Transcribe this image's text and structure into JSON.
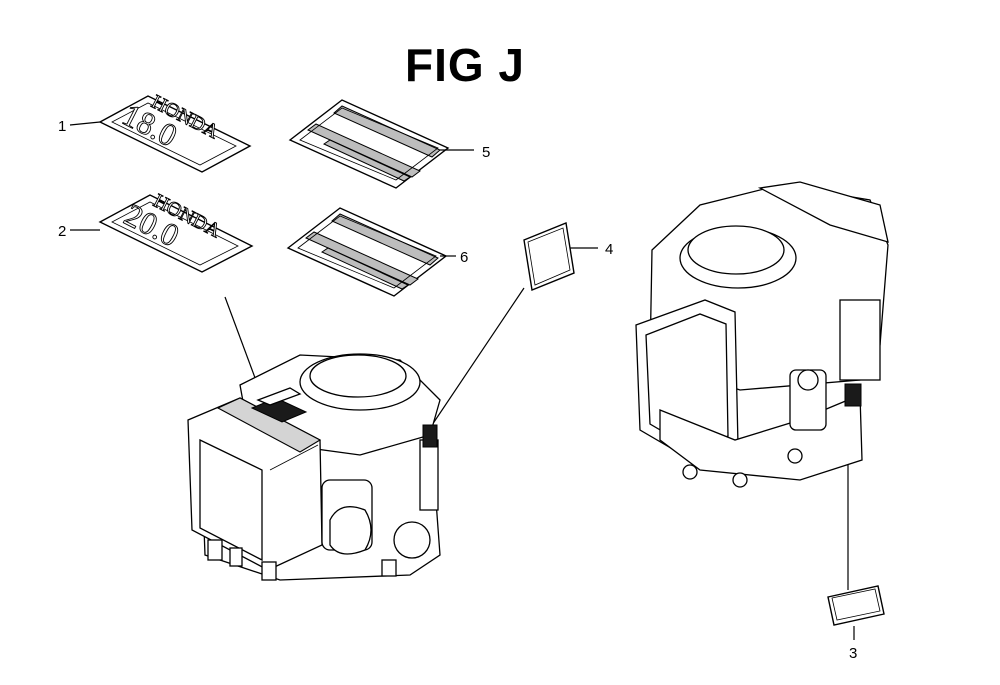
{
  "figure": {
    "title": "FIG J"
  },
  "callouts": [
    {
      "id": "1",
      "label": "1"
    },
    {
      "id": "2",
      "label": "2"
    },
    {
      "id": "3",
      "label": "3"
    },
    {
      "id": "4",
      "label": "4"
    },
    {
      "id": "5",
      "label": "5"
    },
    {
      "id": "6",
      "label": "6"
    }
  ],
  "decals": {
    "decal_1": {
      "brand": "HONDA",
      "value": "18.0"
    },
    "decal_2": {
      "brand": "HONDA",
      "value": "20.0"
    }
  }
}
